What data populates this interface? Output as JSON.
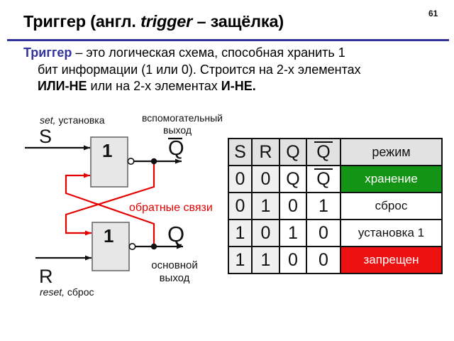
{
  "slide": {
    "page_number": "61",
    "title": {
      "prefix": "Триггер (англ. ",
      "italic": "trigger",
      "suffix": " – защёлка)"
    }
  },
  "intro": {
    "term": "Триггер",
    "line1_rest": " – это логическая схема, способная хранить 1",
    "line2": "бит информации (1 или 0). Строится на 2-х элементах",
    "line3_bold1": "ИЛИ-НЕ",
    "line3_mid": " или на 2-х элементах ",
    "line3_bold2": "И-НЕ."
  },
  "circuit": {
    "set_label_italic": "set,",
    "set_label_rest": " установка",
    "s_input": "S",
    "gate_top_label": "1",
    "gate_bottom_label": "1",
    "aux_output_caption_line1": "вспомогательный",
    "aux_output_caption_line2": "выход",
    "q_inverse_output": "Q",
    "feedback_caption": "обратные связи",
    "q_output": "Q",
    "main_output_caption_line1": "основной",
    "main_output_caption_line2": "выход",
    "r_input": "R",
    "reset_label_italic": "reset,",
    "reset_label_rest": " сброс"
  },
  "truth_table": {
    "headers": {
      "s": "S",
      "r": "R",
      "q": "Q",
      "q_inverse": "Q",
      "mode": "режим"
    },
    "rows": [
      {
        "s": "0",
        "r": "0",
        "q": "Q",
        "q_inverse": "Q",
        "mode": "хранение"
      },
      {
        "s": "0",
        "r": "1",
        "q": "0",
        "q_inverse": "1",
        "mode": "сброс"
      },
      {
        "s": "1",
        "r": "0",
        "q": "1",
        "q_inverse": "0",
        "mode": "установка 1"
      },
      {
        "s": "1",
        "r": "1",
        "q": "0",
        "q_inverse": "0",
        "mode": "запрещен"
      }
    ]
  },
  "colors": {
    "title_underline": "#333399",
    "term_blue": "#3333A0",
    "wire_black": "#111111",
    "feedback_red": "#E60000",
    "mode_store_green": "#149414",
    "mode_forbidden_red": "#EE1111",
    "gate_fill": "#E7E7E7",
    "header_gray": "#E2E2E2"
  }
}
